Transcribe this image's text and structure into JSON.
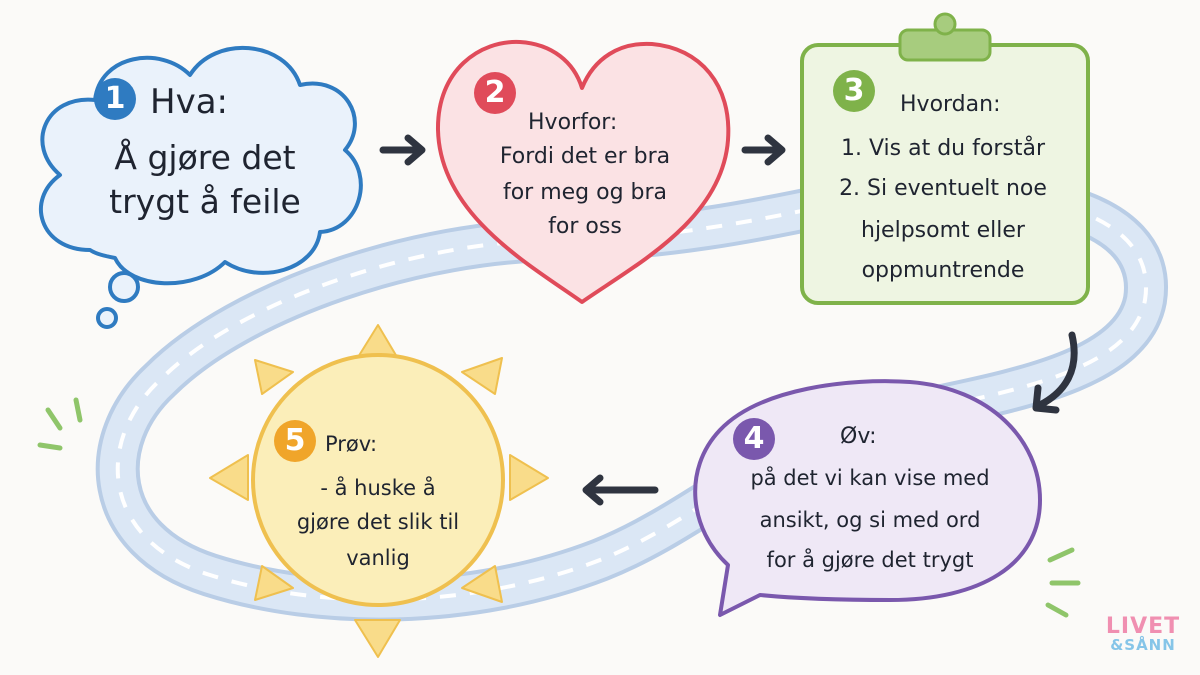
{
  "step1": {
    "number": "1",
    "title": "Hva:",
    "line1": "Å gjøre det",
    "line2": "trygt å feile"
  },
  "step2": {
    "number": "2",
    "title": "Hvorfor:",
    "line1": "Fordi det er bra",
    "line2": "for meg og bra",
    "line3": "for oss"
  },
  "step3": {
    "number": "3",
    "title": "Hvordan:",
    "line1": "1. Vis at du forstår",
    "line2": "2. Si eventuelt noe",
    "line3": "hjelpsomt eller",
    "line4": "oppmuntrende"
  },
  "step4": {
    "number": "4",
    "title": "Øv:",
    "line1": "på det vi kan vise med",
    "line2": "ansikt, og si med ord",
    "line3": "for å gjøre det trygt"
  },
  "step5": {
    "number": "5",
    "title": "Prøv:",
    "line1": "- å huske å",
    "line2": "gjøre det slik til",
    "line3": "vanlig"
  },
  "logo": {
    "line1": "LIVET",
    "line2": "&SÅNN"
  },
  "colors": {
    "step1": "#2f7bc1",
    "step2": "#e04b5a",
    "step3": "#7fb24a",
    "step4": "#7a58ad",
    "step5": "#f0a52a",
    "arrow": "#2f3440",
    "road": "#cddcef"
  }
}
